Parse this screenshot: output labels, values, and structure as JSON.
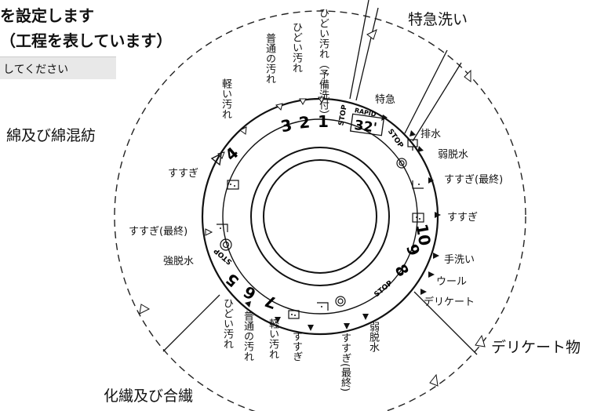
{
  "header": {
    "line1": "を設定します",
    "line2": "（工程を表しています）",
    "instruction": "してください"
  },
  "sections": {
    "express": "特急洗い",
    "cotton": "綿及び綿混紡",
    "delicate": "デリケート物",
    "synthetic": "化繊及び合繊"
  },
  "dial": {
    "numbers_top": [
      "3",
      "2",
      "1"
    ],
    "number_4": "4",
    "numbers_bottom": [
      "7",
      "6",
      "5"
    ],
    "numbers_right": [
      "10",
      "9",
      "8"
    ],
    "stop_label": "STOP",
    "rapid_label": "RAPID",
    "rapid_time": "32'"
  },
  "labels": {
    "express": "特急",
    "drain": "排水",
    "weak_spin": "弱脱水",
    "final_rinse_right": "すすぎ(最終)",
    "rinse_right": "すすぎ",
    "handwash": "手洗い",
    "wool": "ウール",
    "delicate_item": "デリケート",
    "rinse_left": "すすぎ",
    "final_rinse_left": "すすぎ(最終)",
    "strong_spin": "強脱水"
  },
  "vertical_labels": {
    "heavy_prewash": "ひどい汚れ（予備洗付）",
    "heavy_top": "ひどい汚れ",
    "normal_top": "普通の汚れ",
    "light_top": "軽い汚れ",
    "heavy_bottom": "ひどい汚れ",
    "normal_bottom": "普通の汚れ",
    "light_bottom": "軽い汚れ",
    "rinse_bottom": "すすぎ",
    "final_rinse_bottom": "すすぎ(最終)",
    "weak_spin_bottom": "弱脱水"
  }
}
